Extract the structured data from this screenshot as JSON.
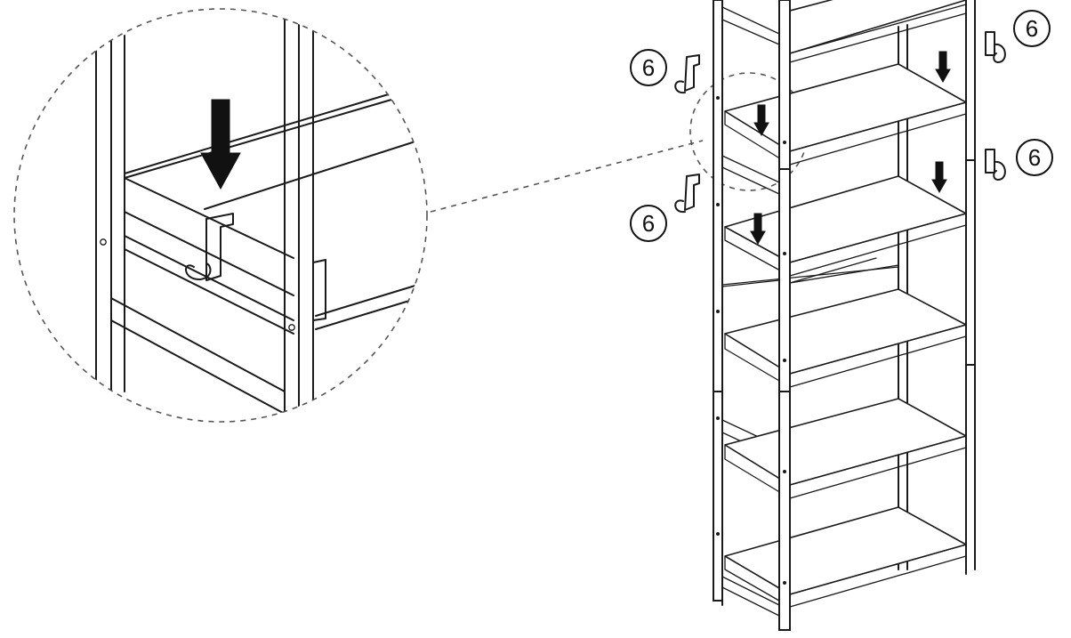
{
  "diagram": {
    "part_callouts": [
      {
        "id": "hook-left-upper",
        "label": "6"
      },
      {
        "id": "hook-left-lower",
        "label": "6"
      },
      {
        "id": "hook-right-upper",
        "label": "6"
      },
      {
        "id": "hook-right-lower",
        "label": "6"
      }
    ],
    "colors": {
      "line": "#1a1a1a",
      "background": "#ffffff"
    }
  }
}
